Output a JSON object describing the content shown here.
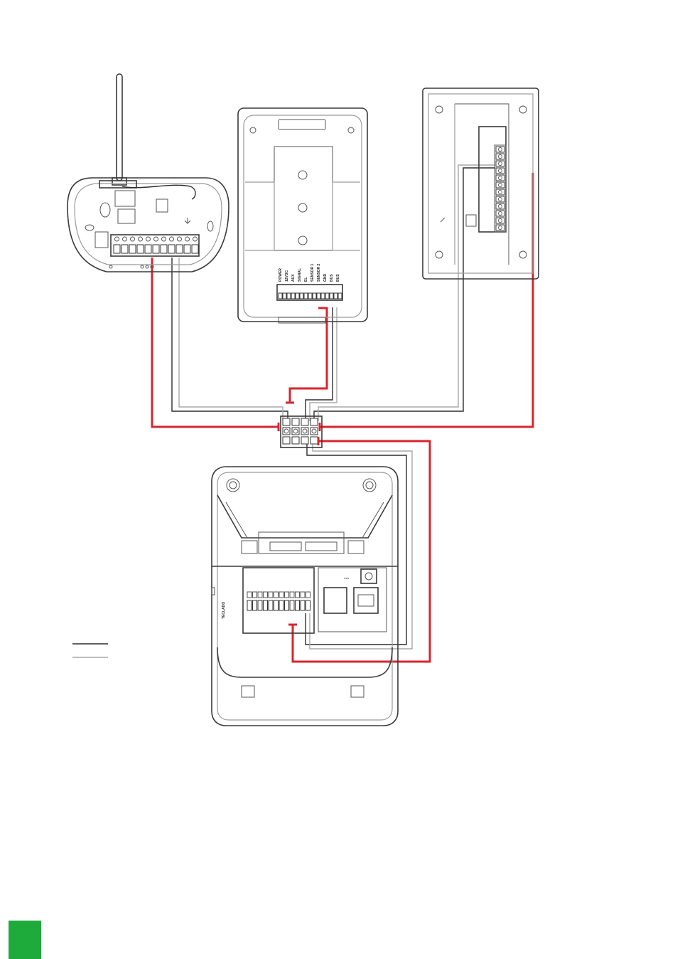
{
  "colors": {
    "power_wire": "#d7262e",
    "signal_wire_dark": "#2d2d2d",
    "signal_wire_grey": "#a9a9a9",
    "device_outline": "#3a3a3a",
    "page_marker": "#1faa3c"
  },
  "entrance_panel": {
    "terminal_labels": [
      "POWER",
      "12VDC",
      "AUX",
      "SIGNAL",
      "EL",
      "SENSOR 1",
      "SENSOR 2",
      "GND",
      "BUS",
      "BUS"
    ]
  },
  "monitor": {
    "side_label": "TECLADO",
    "dc_symbol": "⎓"
  }
}
